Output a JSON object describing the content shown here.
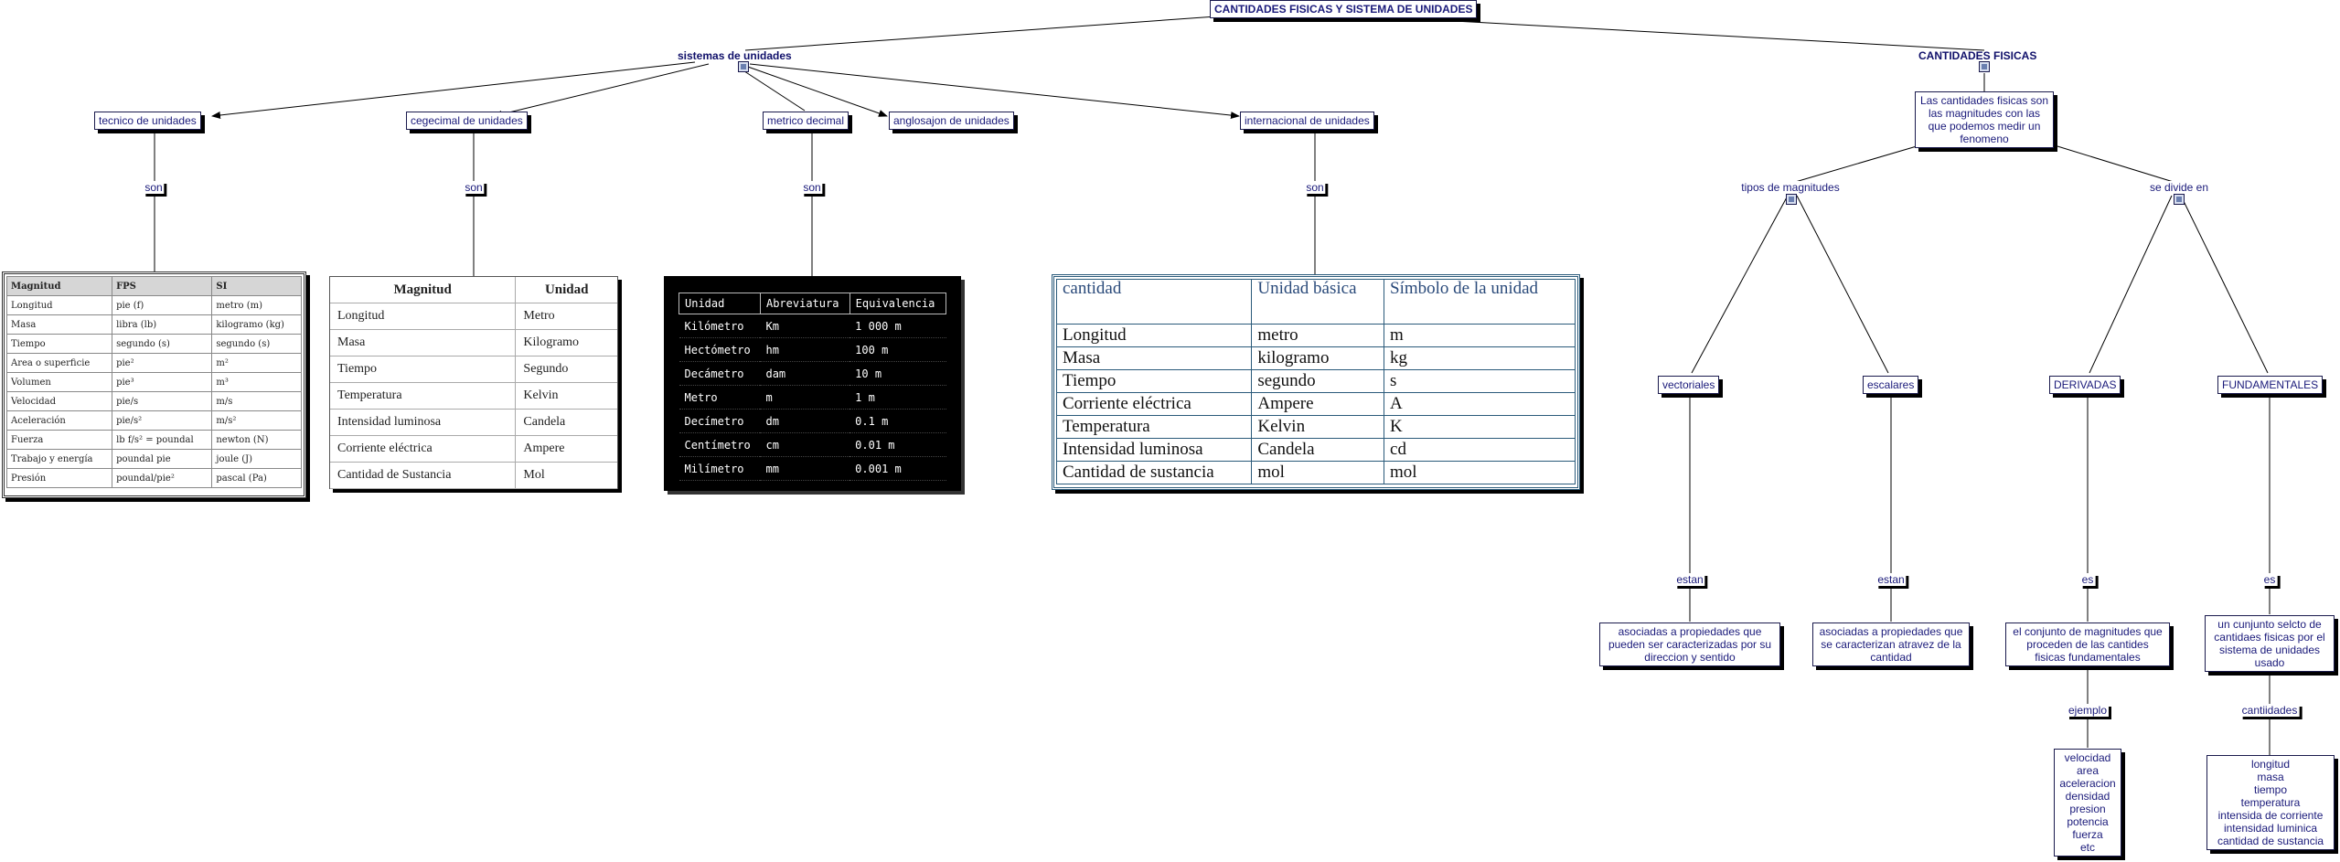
{
  "root": "CANTIDADES FISICAS Y SISTEMA DE UNIDADES",
  "sistemas": {
    "title": "sistemas de unidades",
    "tecnico": "tecnico de unidades",
    "cegecimal": "cegecimal de unidades",
    "metrico": "metrico decimal",
    "anglosajon": "anglosajon de unidades",
    "internacional": "internacional de unidades",
    "link_son": "son"
  },
  "cantidades": {
    "title": "CANTIDADES FISICAS",
    "definition": "Las cantidades fisicas son las magnitudes con las que podemos medir un fenomeno",
    "tipos": "tipos de magnitudes",
    "divide": "se divide en",
    "vectoriales": "vectoriales",
    "escalares": "escalares",
    "derivadas": "DERIVADAS",
    "fundamentales": "FUNDAMENTALES",
    "link_estan": "estan",
    "link_es": "es",
    "link_ejemplo": "ejemplo",
    "link_cantiidades": "cantiidades",
    "vect_desc": "asociadas a propiedades que pueden ser caracterizadas por su direccion y sentido",
    "esc_desc": "asociadas a propiedades que se caracterizan atravez de la cantidad",
    "der_desc": "el conjunto de magnitudes que proceden de las cantides fisicas fundamentales",
    "fund_desc": "un cunjunto selcto de cantidaes fisicas por el sistema de unidades usado",
    "der_examples": [
      "velocidad",
      "area",
      "aceleracion",
      "densidad",
      "presion",
      "potencia",
      "fuerza",
      "etc"
    ],
    "fund_list": [
      "longitud",
      "masa",
      "tiempo",
      "temperatura",
      "intensida de corriente",
      "intensidad luminica",
      "cantidad de sustancia"
    ]
  },
  "tables": {
    "tecnico": {
      "headers": [
        "Magnitud",
        "FPS",
        "SI"
      ],
      "rows": [
        [
          "Longitud",
          "pie (f)",
          "metro (m)"
        ],
        [
          "Masa",
          "libra (lb)",
          "kilogramo (kg)"
        ],
        [
          "Tiempo",
          "segundo (s)",
          "segundo (s)"
        ],
        [
          "Area o superficie",
          "pie²",
          "m²"
        ],
        [
          "Volumen",
          "pie³",
          "m³"
        ],
        [
          "Velocidad",
          "pie/s",
          "m/s"
        ],
        [
          "Aceleración",
          "pie/s²",
          "m/s²"
        ],
        [
          "Fuerza",
          "lb f/s² = poundal",
          "newton (N)"
        ],
        [
          "Trabajo y energía",
          "poundal pie",
          "joule (J)"
        ],
        [
          "Presión",
          "poundal/pie²",
          "pascal (Pa)"
        ]
      ]
    },
    "cegecimal": {
      "headers": [
        "Magnitud",
        "Unidad"
      ],
      "rows": [
        [
          "Longitud",
          "Metro"
        ],
        [
          "Masa",
          "Kilogramo"
        ],
        [
          "Tiempo",
          "Segundo"
        ],
        [
          "Temperatura",
          "Kelvin"
        ],
        [
          "Intensidad luminosa",
          "Candela"
        ],
        [
          "Corriente eléctrica",
          "Ampere"
        ],
        [
          "Cantidad de Sustancia",
          "Mol"
        ]
      ]
    },
    "metrico": {
      "headers": [
        "Unidad",
        "Abreviatura",
        "Equivalencia"
      ],
      "rows": [
        [
          "Kilómetro",
          "Km",
          "1 000 m"
        ],
        [
          "Hectómetro",
          "hm",
          "100 m"
        ],
        [
          "Decámetro",
          "dam",
          "10 m"
        ],
        [
          "Metro",
          "m",
          "1 m"
        ],
        [
          "Decímetro",
          "dm",
          "0.1 m"
        ],
        [
          "Centímetro",
          "cm",
          "0.01 m"
        ],
        [
          "Milímetro",
          "mm",
          "0.001 m"
        ]
      ]
    },
    "internacional": {
      "headers": [
        "cantidad",
        "Unidad básica",
        "Símbolo de la unidad"
      ],
      "rows": [
        [
          "Longitud",
          "metro",
          "m"
        ],
        [
          "Masa",
          "kilogramo",
          "kg"
        ],
        [
          "Tiempo",
          "segundo",
          "s"
        ],
        [
          "Corriente eléctrica",
          "Ampere",
          "A"
        ],
        [
          "Temperatura",
          "Kelvin",
          "K"
        ],
        [
          "Intensidad luminosa",
          "Candela",
          "cd"
        ],
        [
          "Cantidad de sustancia",
          "mol",
          "mol"
        ]
      ]
    }
  }
}
